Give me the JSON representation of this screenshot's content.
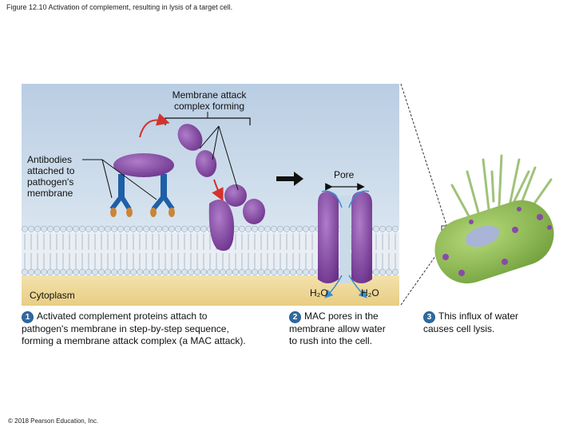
{
  "figure": {
    "title": "Figure 12.10 Activation of complement, resulting in lysis of a target cell.",
    "copyright": "© 2018 Pearson Education, Inc."
  },
  "labels": {
    "mac_forming_line1": "Membrane attack",
    "mac_forming_line2": "complex forming",
    "antibodies_line1": "Antibodies",
    "antibodies_line2": "attached to",
    "antibodies_line3": "pathogen's",
    "antibodies_line4": "membrane",
    "pore": "Pore",
    "cytoplasm": "Cytoplasm",
    "water_left": "H₂O",
    "water_right": "H₂O"
  },
  "steps": [
    {
      "number": "1",
      "line1": "Activated complement proteins attach to",
      "line2": "pathogen's membrane in step-by-step sequence,",
      "line3": "forming a membrane attack complex (a MAC attack)."
    },
    {
      "number": "2",
      "line1": "MAC pores in the",
      "line2": "membrane allow water",
      "line3": "to rush into the cell."
    },
    {
      "number": "3",
      "line1": "This influx of water",
      "line2": "causes cell lysis."
    }
  ],
  "colors": {
    "sky": "#c3d4e6",
    "cytoplasm": "#eed694",
    "protein": "#8a4aa8",
    "antibody": "#1f5fa6",
    "cell_body": "#8fbf52",
    "arrow_red": "#d4322c"
  }
}
